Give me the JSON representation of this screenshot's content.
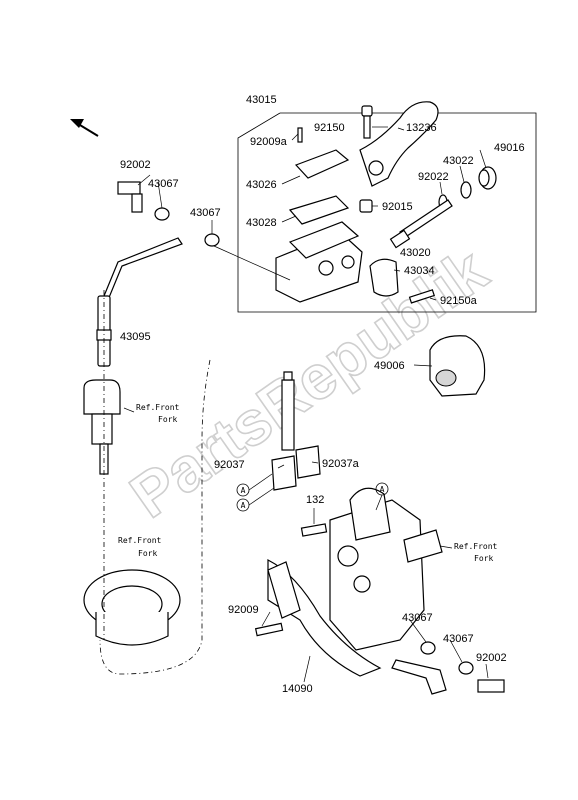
{
  "watermark": "PartsRepublik",
  "labels": {
    "p43015": "43015",
    "p92150": "92150",
    "p13236": "13236",
    "p92009a": "92009a",
    "p49016": "49016",
    "p43022": "43022",
    "p92022": "92022",
    "p43026": "43026",
    "p92002_top": "92002",
    "p43067_top1": "43067",
    "p43067_top2": "43067",
    "p43028": "43028",
    "p92015": "92015",
    "p43020": "43020",
    "p43034": "43034",
    "p92150a": "92150a",
    "p43095": "43095",
    "p49006": "49006",
    "p92037": "92037",
    "p92037a": "92037a",
    "p132": "132",
    "p92009": "92009",
    "p43067_bot1": "43067",
    "p43067_bot2": "43067",
    "p92002_bot": "92002",
    "p14090": "14090",
    "ref_a1": "A",
    "ref_a2": "A",
    "ref_a3": "A"
  },
  "refs": {
    "r1_line1": "Ref.Front",
    "r1_line2": "Fork",
    "r2_line1": "Ref.Front",
    "r2_line2": "Fork",
    "r3_line1": "Ref.Front",
    "r3_line2": "Fork"
  },
  "icons": [
    "direction-arrow-icon"
  ]
}
